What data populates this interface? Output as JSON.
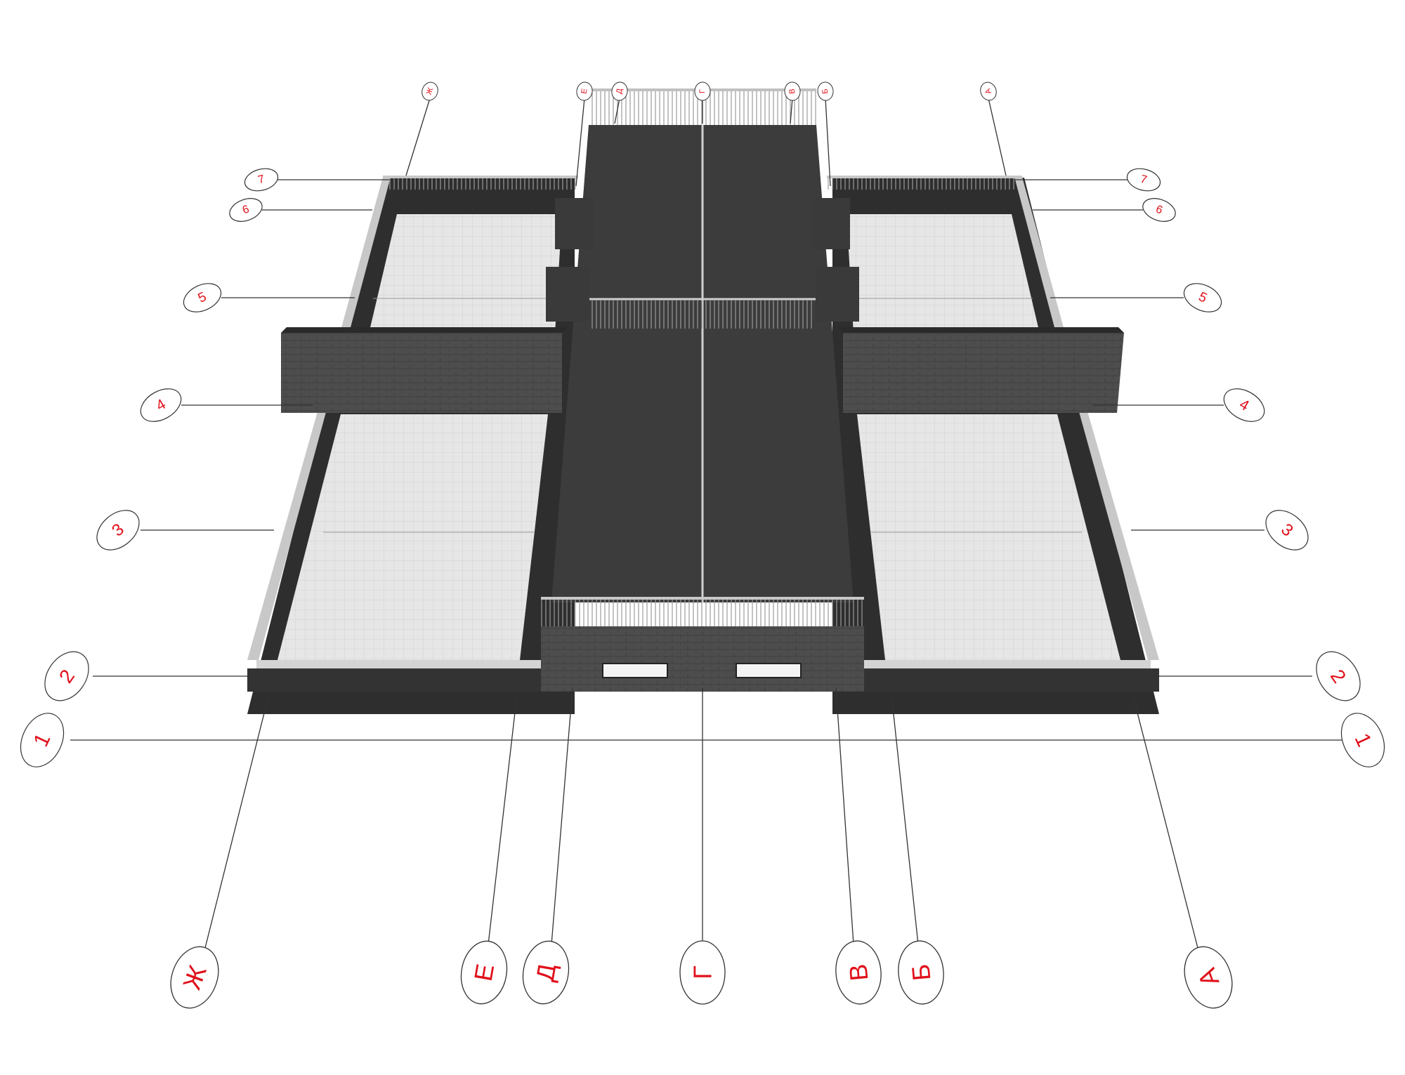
{
  "colors": {
    "label_red": "#e0101a",
    "leader_line": "#333333",
    "bubble_stroke": "#333333",
    "dark_surface": "#3c3c3c",
    "light_deck": "#e4e4e4",
    "brick": "#4a4a4a",
    "railing": "#bdbdbd"
  },
  "grid_axes": {
    "letter_axes_bottom": [
      "Ж",
      "Е",
      "Д",
      "Г",
      "В",
      "Б",
      "А"
    ],
    "letter_axes_top": [
      "Ж",
      "Е",
      "Д",
      "Г",
      "В",
      "Б",
      "А"
    ],
    "number_axes_left": [
      "7",
      "6",
      "5",
      "4",
      "3",
      "2",
      "1"
    ],
    "number_axes_right": [
      "7",
      "6",
      "5",
      "4",
      "3",
      "2",
      "1"
    ]
  }
}
